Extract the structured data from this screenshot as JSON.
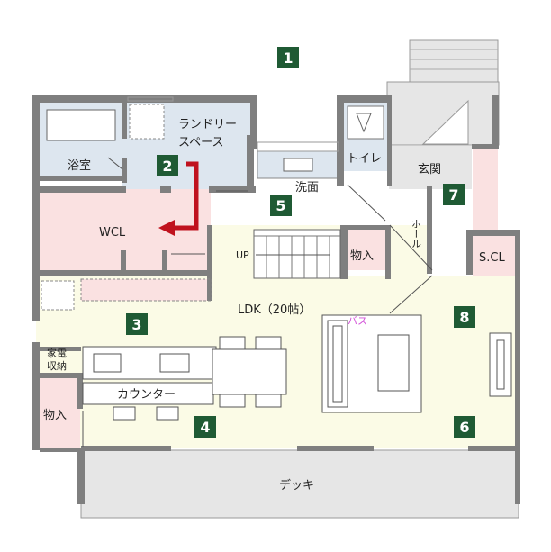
{
  "rooms": {
    "bath": "浴室",
    "laundry_line1": "ランドリー",
    "laundry_line2": "スペース",
    "toilet": "トイレ",
    "entrance": "玄関",
    "washroom": "洗面",
    "wcl": "WCL",
    "storage_top": "物入",
    "hall": "ホール",
    "scl": "S.CL",
    "up": "UP",
    "ldk": "LDK（20帖）",
    "appliance_line1": "家電",
    "appliance_line2": "収納",
    "storage_left": "物入",
    "counter": "カウンター",
    "deck": "デッキ",
    "bath_label": "バス"
  },
  "badges": [
    "1",
    "2",
    "3",
    "4",
    "5",
    "6",
    "7",
    "8"
  ],
  "colors": {
    "badge": "#1f5a34",
    "ldk_floor": "#fbfbe6",
    "pink_floor": "#fae1e1",
    "blue_floor": "#dde6ef",
    "wall": "#7f7f7f",
    "arrow": "#c0121e"
  }
}
